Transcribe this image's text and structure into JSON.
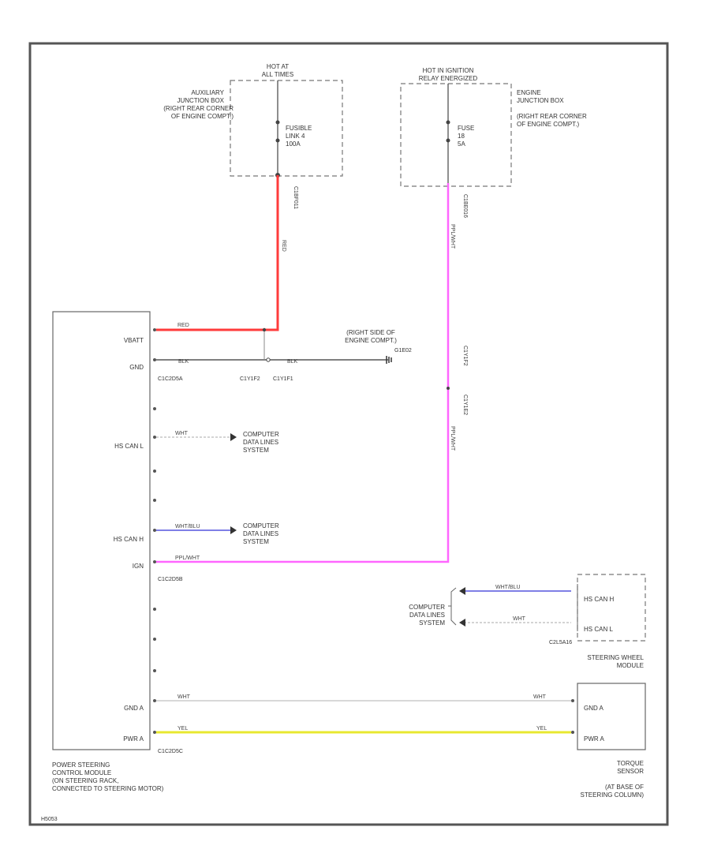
{
  "colors": {
    "red": "#ff3b3b",
    "black": "#444444",
    "white": "#cccccc",
    "purple": "#ff66ff",
    "blue": "#5555dd",
    "yellow": "#e8e830",
    "frame": "#555555"
  },
  "fuse1": {
    "power": [
      "HOT AT",
      "ALL TIMES"
    ],
    "box": [
      "AUXILIARY",
      "JUNCTION BOX",
      "(RIGHT REAR CORNER",
      "OF ENGINE COMPT.)"
    ],
    "name": [
      "FUSIBLE",
      "LINK 4",
      "100A"
    ],
    "connector": "C1BF011"
  },
  "fuse2": {
    "power": [
      "HOT IN IGNITION",
      "RELAY ENERGIZED"
    ],
    "box": [
      "ENGINE",
      "JUNCTION BOX",
      "(RIGHT REAR CORNER",
      "OF ENGINE COMPT.)"
    ],
    "name": [
      "FUSE",
      "18",
      "5A"
    ],
    "connector": "C1BE016"
  },
  "wires": {
    "red_vertical": "RED",
    "red_horizontal": "RED",
    "purple_upper": "PPL/WHT",
    "purple_lower": "PPL/WHT",
    "purple_horizontal": "PPL/WHT",
    "blk1": "BLK",
    "blk2": "BLK",
    "wht_can_l": "WHT",
    "wht_blu_can_h": "WHT/BLU",
    "swm_wht_blu": "WHT/BLU",
    "swm_wht": "WHT",
    "gnd_a_left": "WHT",
    "gnd_a_right": "WHT",
    "pwr_a_left": "YEL",
    "pwr_a_right": "YEL"
  },
  "connectors": {
    "c1": "C1C2D5A",
    "c2": "C1C2D5B",
    "c3": "C1C2D5C",
    "c4": "C1Y1F2",
    "c5": "C1Y1F1",
    "c6": "C1Y1F2",
    "c7": "C1Y1E2",
    "c8": "C2L5A16"
  },
  "ground": {
    "label": [
      "(RIGHT SIDE OF",
      "ENGINE COMPT.)"
    ],
    "id": "G1E02"
  },
  "pscm": {
    "pins": {
      "vbatt": "VBATT",
      "gnd": "GND",
      "hs_can_l": "HS CAN L",
      "hs_can_h": "HS CAN H",
      "ign": "IGN",
      "gnd_a": "GND A",
      "pwr_a": "PWR A"
    },
    "name": [
      "POWER STEERING",
      "CONTROL MODULE",
      "(ON STEERING RACK,",
      "CONNECTED TO STEERING MOTOR)"
    ]
  },
  "data_lines": [
    "COMPUTER",
    "DATA LINES",
    "SYSTEM"
  ],
  "swm": {
    "pins": [
      "HS CAN H",
      "HS CAN L"
    ],
    "name": [
      "STEERING WHEEL",
      "MODULE"
    ]
  },
  "torque": {
    "pins": [
      "GND A",
      "PWR A"
    ],
    "name": [
      "TORQUE",
      "SENSOR",
      "(AT BASE OF",
      "STEERING COLUMN)"
    ]
  },
  "footer": "H5053"
}
